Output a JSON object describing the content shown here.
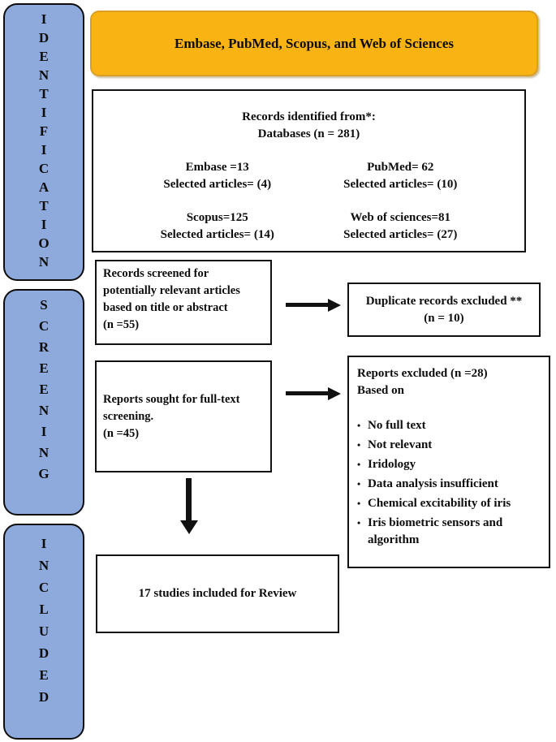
{
  "theme": {
    "stage-fill": "#8EA9DB",
    "banner-fill": "#F9B313",
    "banner-border": "#D9A024",
    "box-border": "#111111",
    "arrow-color": "#111111"
  },
  "sidebar": {
    "stages": [
      {
        "label": "IDENTIFICATION"
      },
      {
        "label": "SCREENING"
      },
      {
        "label": "INCLUDED"
      }
    ]
  },
  "banner": {
    "text": "Embase, PubMed, Scopus, and Web of Sciences"
  },
  "records_identified": {
    "title": "Records identified from*:",
    "subtitle": "Databases (n = 281)",
    "entries": [
      {
        "count": "Embase =13",
        "selected": "Selected articles= (4)"
      },
      {
        "count": "PubMed= 62",
        "selected": "Selected articles= (10)"
      },
      {
        "count": "Scopus=125",
        "selected": "Selected articles= (14)"
      },
      {
        "count": "Web of sciences=81",
        "selected": "Selected articles= (27)"
      }
    ]
  },
  "records_screened": {
    "lines": [
      "Records screened for",
      "potentially relevant articles",
      "based on title or abstract",
      "(n =55)"
    ]
  },
  "duplicate_excluded": {
    "lines": [
      "Duplicate records excluded **",
      "(n = 10)"
    ]
  },
  "reports_sought": {
    "lines": [
      "Reports sought for full-text",
      "screening.",
      "(n =45)"
    ]
  },
  "reports_excluded": {
    "header_lines": [
      "Reports excluded (n =28)",
      "Based on"
    ],
    "reasons": [
      "No full text",
      "Not relevant",
      "Iridology",
      "Data analysis insufficient",
      "Chemical excitability of iris",
      "Iris biometric sensors and algorithm"
    ]
  },
  "included_studies": {
    "text": "17 studies included for Review"
  }
}
